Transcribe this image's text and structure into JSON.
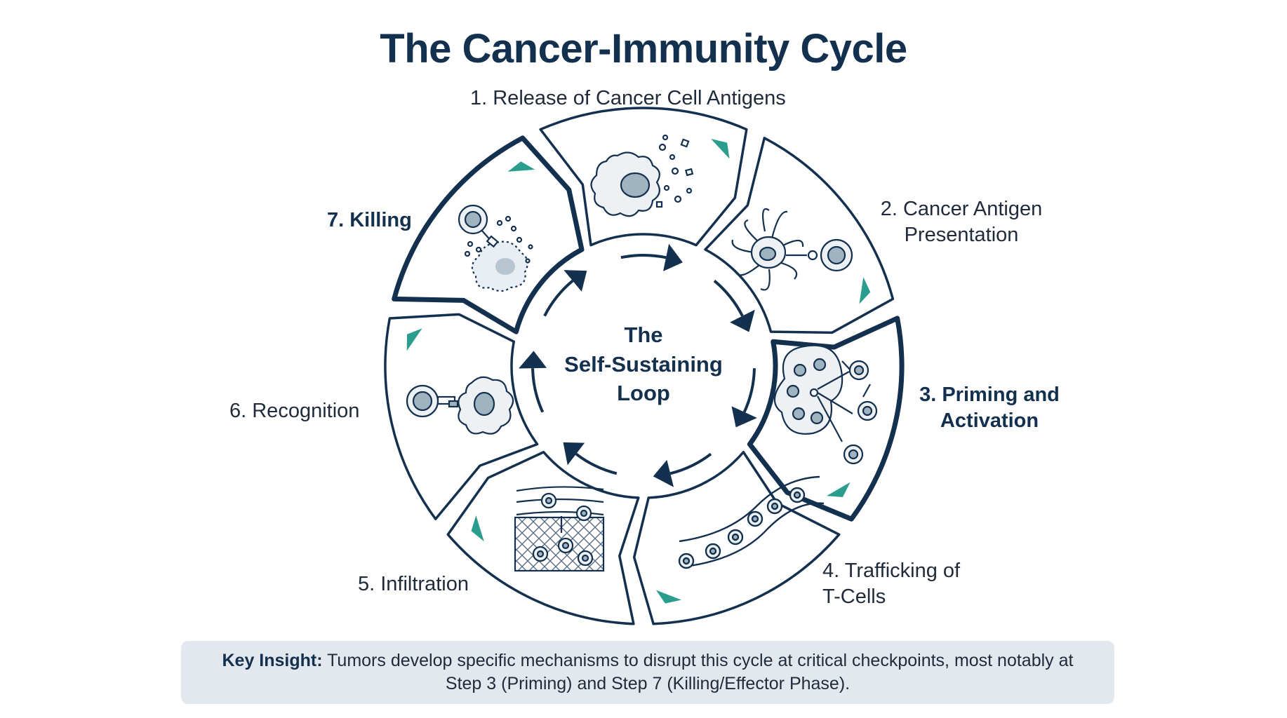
{
  "title": "The Cancer-Immunity Cycle",
  "center": {
    "line1": "The",
    "line2": "Self-Sustaining",
    "line3": "Loop"
  },
  "steps": [
    {
      "line1": "1. Release of Cancer Cell Antigens",
      "line2": ""
    },
    {
      "line1": "2. Cancer Antigen",
      "line2": "Presentation"
    },
    {
      "line1": "3. Priming and",
      "line2": "Activation"
    },
    {
      "line1": "4. Trafficking of",
      "line2": "T-Cells"
    },
    {
      "line1": "5. Infiltration",
      "line2": ""
    },
    {
      "line1": "6. Recognition",
      "line2": ""
    },
    {
      "line1": "7. Killing",
      "line2": ""
    }
  ],
  "highlighted_steps": [
    3,
    7
  ],
  "insight": {
    "label": "Key Insight:",
    "text": "Tumors develop specific mechanisms to disrupt this cycle at critical checkpoints, most notably at Step 3 (Priming) and Step 7 (Killing/Effector Phase)."
  },
  "colors": {
    "navy": "#13304f",
    "accent_teal": "#2a9d8f",
    "cell_fill": "#eef1f4",
    "nucleus_fill": "#9fb3c1",
    "panel_bg": "#e3e8ef"
  },
  "icons": [
    "tumor-cell-releasing-antigens-icon",
    "dendritic-cell-with-t-cell-icon",
    "lymph-node-activating-t-cells-icon",
    "t-cells-in-blood-vessel-icon",
    "t-cells-entering-tissue-icon",
    "t-cell-binding-tumor-cell-icon",
    "t-cell-killing-tumor-cell-icon"
  ]
}
